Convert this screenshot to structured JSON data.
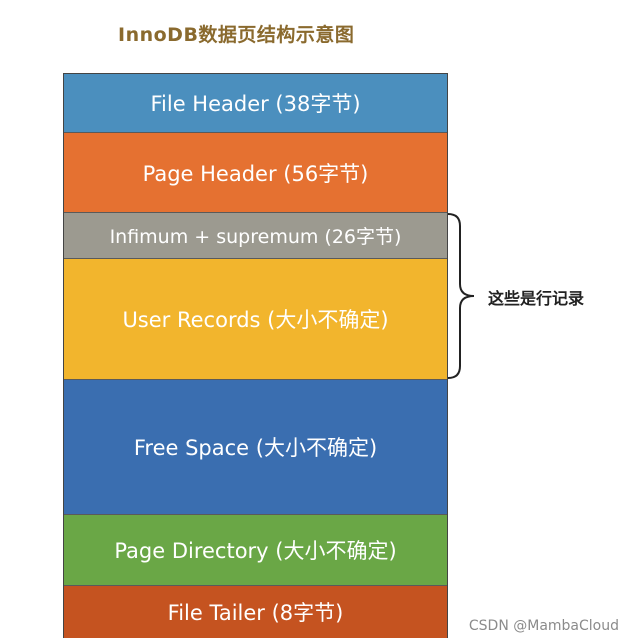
{
  "title": "InnoDB数据页结构示意图",
  "blocks": [
    {
      "label": "File Header (38字节)",
      "color": "#4b8fbe"
    },
    {
      "label": "Page Header (56字节)",
      "color": "#e57131"
    },
    {
      "label": "Infimum + supremum (26字节)",
      "color": "#9c9a90"
    },
    {
      "label": "User Records (大小不确定)",
      "color": "#f2b52d"
    },
    {
      "label": "Free Space (大小不确定)",
      "color": "#3a6eb0"
    },
    {
      "label": "Page Directory (大小不确定)",
      "color": "#6aa746"
    },
    {
      "label": "File Tailer (8字节)",
      "color": "#c55320"
    }
  ],
  "brace_label": "这些是行记录",
  "watermark": "CSDN @MambaCloud"
}
